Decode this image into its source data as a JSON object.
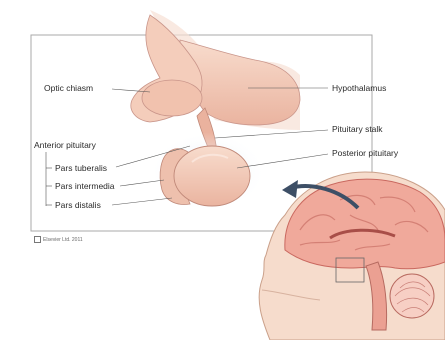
{
  "labels": {
    "optic_chiasm": "Optic chiasm",
    "hypothalamus": "Hypothalamus",
    "pituitary_stalk": "Pituitary stalk",
    "posterior_pituitary": "Posterior pituitary",
    "anterior_pituitary": "Anterior pituitary",
    "pars_tuberalis": "Pars tuberalis",
    "pars_intermedia": "Pars intermedia",
    "pars_distalis": "Pars distalis"
  },
  "credit": "Elsevier Ltd. 2011",
  "colors": {
    "tissue": "#f2c7b4",
    "tissue_dark": "#e5a48c",
    "outline": "#b98a7a",
    "glow": "#d7e6f7",
    "brain": "#f0a99b",
    "brain_dark": "#c9685f",
    "skin": "#f6d8c6",
    "arrow": "#3d4f66"
  }
}
